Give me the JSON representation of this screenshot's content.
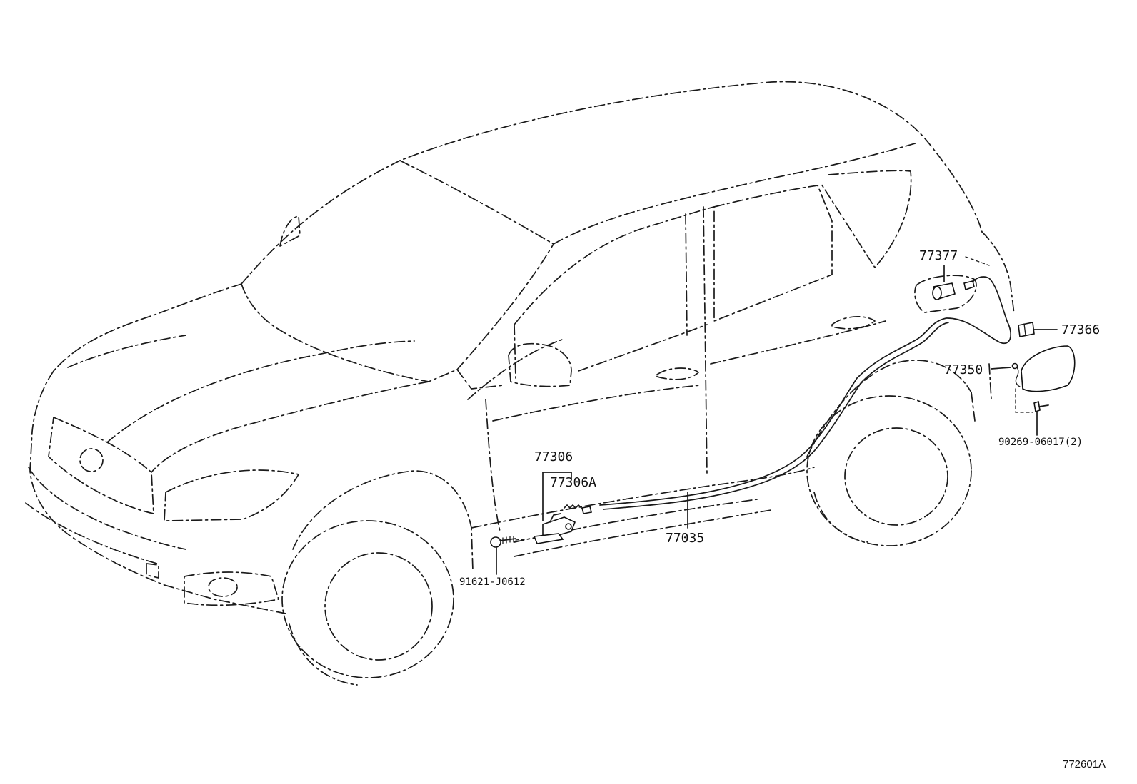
{
  "diagram": {
    "parts": {
      "p77377": "77377",
      "p77366": "77366",
      "p77350": "77350",
      "p90269": "90269-06017(2)",
      "p77306": "77306",
      "p77306A": "77306A",
      "p77035": "77035",
      "p91621": "91621-J0612"
    },
    "figure_id": "772601A"
  }
}
